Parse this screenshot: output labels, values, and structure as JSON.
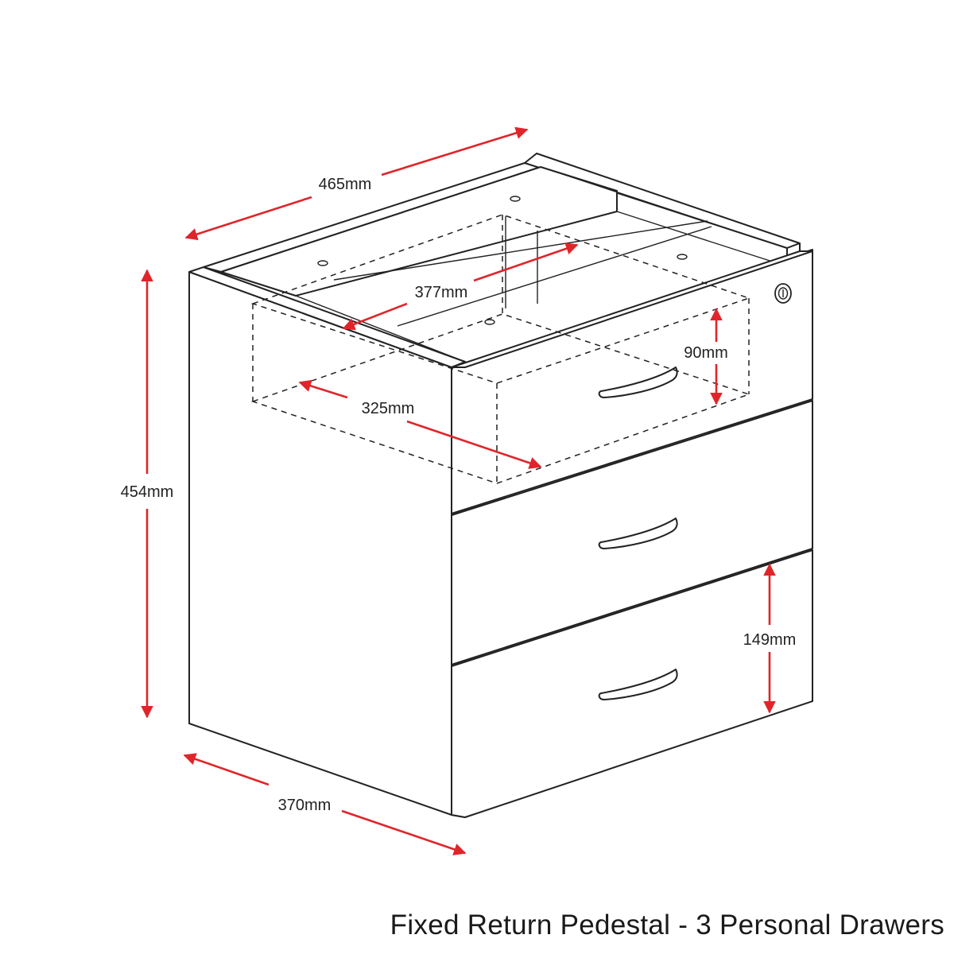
{
  "title": "Fixed Return Pedestal - 3 Personal Drawers",
  "dimensions": {
    "overall_width": "465mm",
    "drawer_depth": "377mm",
    "drawer_height": "90mm",
    "drawer_width": "325mm",
    "overall_height": "454mm",
    "drawer_front_height": "149mm",
    "overall_depth": "370mm"
  },
  "colors": {
    "dimension_arrow": "#e0252a",
    "line": "#222222",
    "background": "#ffffff"
  },
  "icons": [
    "lock-icon",
    "drawer-handle-icon"
  ]
}
